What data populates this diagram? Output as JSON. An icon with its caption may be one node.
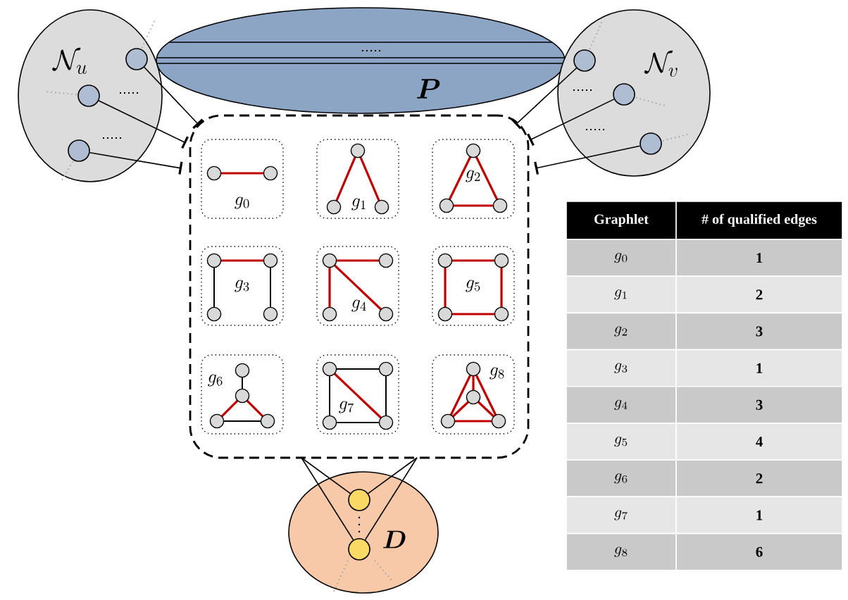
{
  "diagram": {
    "nodes": [
      {
        "text": [
          "\\mathcal{N}_u"
        ]
      },
      {
        "text": [],
        "shape": "circle",
        "in": 0
      },
      {
        "text": [],
        "shape": "circle",
        "in": 0
      },
      {
        "text": [],
        "shape": "circle",
        "in": 0
      },
      {
        "text": [
          "\\boldsymbol{P}"
        ]
      },
      {
        "text": [
          "\\mathcal{N}_v"
        ]
      },
      {
        "text": [],
        "shape": "circle",
        "in": 5
      },
      {
        "text": [],
        "shape": "circle",
        "in": 5
      },
      {
        "text": [],
        "shape": "circle",
        "in": 5
      },
      {
        "text": [],
        "shape": "box"
      },
      {
        "text": [
          "g_0"
        ],
        "in": 9
      },
      {
        "text": [
          "g_1"
        ],
        "in": 9
      },
      {
        "text": [
          "g_2"
        ],
        "in": 9
      },
      {
        "text": [
          "g_3"
        ],
        "in": 9
      },
      {
        "text": [
          "g_4"
        ],
        "in": 9
      },
      {
        "text": [
          "g_5"
        ],
        "in": 9
      },
      {
        "text": [
          "g_6"
        ],
        "in": 9
      },
      {
        "text": [
          "g_7"
        ],
        "in": 9
      },
      {
        "text": [
          "g_8"
        ],
        "in": 9
      },
      {
        "text": [
          "\\boldsymbol{D}"
        ]
      },
      {
        "text": [],
        "shape": "circle",
        "in": 19
      },
      {
        "text": [],
        "shape": "circle",
        "in": 19
      }
    ],
    "edges": [
      {
        "from": 1,
        "to": 9,
        "arrow": "other"
      },
      {
        "from": 2,
        "to": 9,
        "arrow": "other"
      },
      {
        "from": 3,
        "to": 9,
        "arrow": "other"
      },
      {
        "from": 6,
        "to": 9,
        "arrow": "other"
      },
      {
        "from": 7,
        "to": 9,
        "arrow": "other"
      },
      {
        "from": 8,
        "to": 9,
        "arrow": "other"
      },
      {
        "from": 20,
        "to": 9,
        "arrow": "none"
      },
      {
        "from": 20,
        "to": 9,
        "arrow": "none"
      },
      {
        "from": 21,
        "to": 9,
        "arrow": "none"
      },
      {
        "from": 21,
        "to": 9,
        "arrow": "none"
      }
    ],
    "labels": [
      "Graphlet",
      "# of qualified edges",
      "g_0",
      "1",
      "g_1",
      "2",
      "g_2",
      "3",
      "g_3",
      "1",
      "g_4",
      "3",
      "g_5",
      "4",
      "g_6",
      "2",
      "g_7",
      "1",
      "g_8",
      "6"
    ]
  }
}
